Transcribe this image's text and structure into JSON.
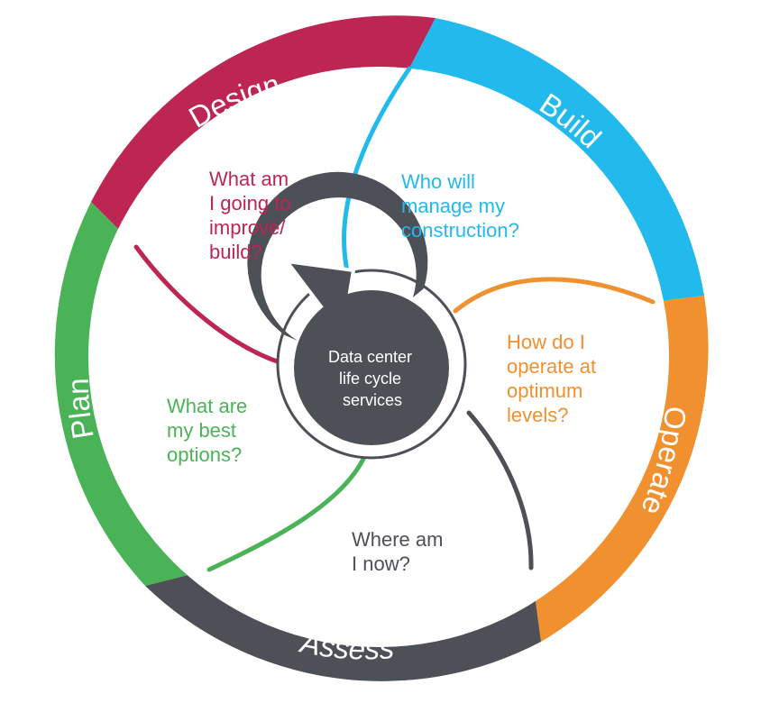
{
  "center": {
    "lines": [
      "Data center",
      "life cycle",
      "services"
    ]
  },
  "segments": [
    {
      "key": "design",
      "label": "Design",
      "color": "#bd2553",
      "question": [
        "What am",
        "I going to",
        "improve/",
        "build?"
      ]
    },
    {
      "key": "build",
      "label": "Build",
      "color": "#22b9ec",
      "question": [
        "Who will",
        "manage my",
        "construction?"
      ]
    },
    {
      "key": "operate",
      "label": "Operate",
      "color": "#f1902f",
      "question": [
        "How do I",
        "operate at",
        "optimum",
        "levels?"
      ]
    },
    {
      "key": "assess",
      "label": "Assess",
      "color": "#4d5057",
      "question": [
        "Where am",
        "I now?"
      ]
    },
    {
      "key": "plan",
      "label": "Plan",
      "color": "#4bb357",
      "question": [
        "What are",
        "my best",
        "options?"
      ]
    }
  ],
  "colors": {
    "center_fill": "#4d5057",
    "background": "#ffffff",
    "ring_inner": "#ffffff"
  }
}
